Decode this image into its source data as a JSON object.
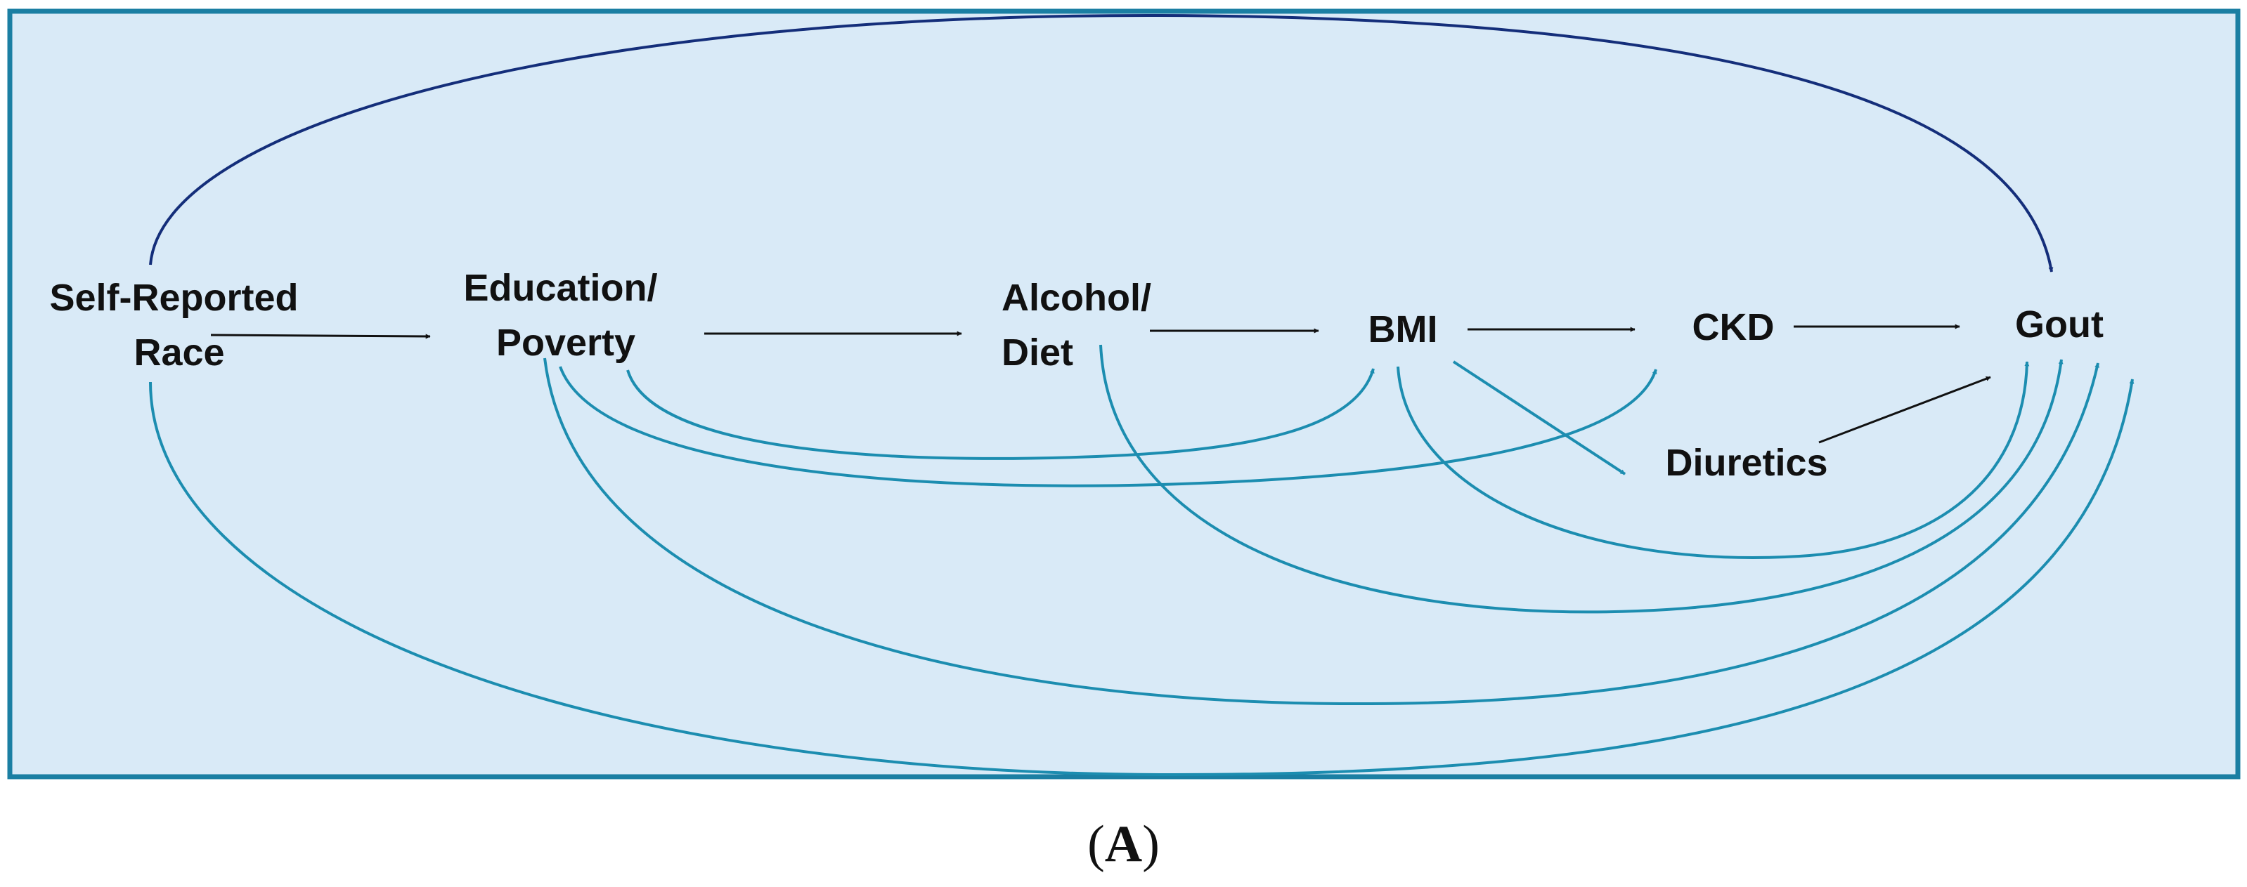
{
  "colors": {
    "panel_fill": "#d9eaf7",
    "panel_border": "#1b7fa3",
    "arrow_black": "#111111",
    "arrow_teal": "#1c8db0",
    "arrow_navy": "#142e7a"
  },
  "nodes": [
    {
      "id": "race",
      "lines": [
        "Self-Reported",
        "Race"
      ]
    },
    {
      "id": "education",
      "lines": [
        "Education/",
        "Poverty"
      ]
    },
    {
      "id": "alcohol",
      "lines": [
        "Alcohol/",
        "Diet"
      ]
    },
    {
      "id": "bmi",
      "lines": [
        "BMI"
      ]
    },
    {
      "id": "ckd",
      "lines": [
        "CKD"
      ]
    },
    {
      "id": "gout",
      "lines": [
        "Gout"
      ]
    },
    {
      "id": "diuretics",
      "lines": [
        "Diuretics"
      ]
    }
  ],
  "edges": [
    {
      "from": "race",
      "to": "education",
      "style": "direct"
    },
    {
      "from": "education",
      "to": "alcohol",
      "style": "direct"
    },
    {
      "from": "alcohol",
      "to": "bmi",
      "style": "direct"
    },
    {
      "from": "bmi",
      "to": "ckd",
      "style": "direct"
    },
    {
      "from": "ckd",
      "to": "gout",
      "style": "direct"
    },
    {
      "from": "diuretics",
      "to": "gout",
      "style": "direct"
    },
    {
      "from": "bmi",
      "to": "diuretics",
      "style": "indirect"
    },
    {
      "from": "education",
      "to": "bmi",
      "style": "indirect"
    },
    {
      "from": "education",
      "to": "ckd",
      "style": "indirect"
    },
    {
      "from": "bmi",
      "to": "gout",
      "style": "indirect"
    },
    {
      "from": "alcohol",
      "to": "gout",
      "style": "indirect"
    },
    {
      "from": "education",
      "to": "gout",
      "style": "indirect"
    },
    {
      "from": "race",
      "to": "gout",
      "style": "indirect"
    },
    {
      "from": "race",
      "to": "gout",
      "style": "top"
    }
  ],
  "caption": {
    "open": "(",
    "letter": "A",
    "close": ")"
  }
}
